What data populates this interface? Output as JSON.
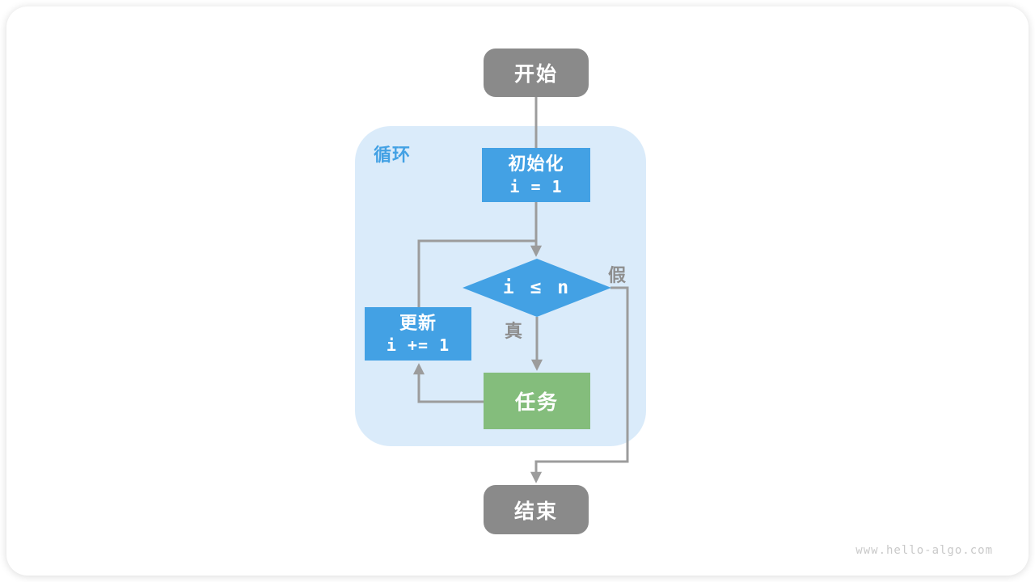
{
  "watermark": "www.hello-algo.com",
  "diagram": {
    "loop_label": "循环",
    "nodes": {
      "start": {
        "label": "开始",
        "shape": "rounded-terminal"
      },
      "init": {
        "line1": "初始化",
        "line2": "i = 1",
        "shape": "process"
      },
      "condition": {
        "label": "i ≤ n",
        "shape": "decision"
      },
      "task": {
        "label": "任务",
        "shape": "process"
      },
      "update": {
        "line1": "更新",
        "line2": "i += 1",
        "shape": "process"
      },
      "end": {
        "label": "结束",
        "shape": "rounded-terminal"
      }
    },
    "branch_labels": {
      "true": "真",
      "false": "假"
    },
    "edges": [
      {
        "from": "start",
        "to": "init"
      },
      {
        "from": "init",
        "to": "condition"
      },
      {
        "from": "condition",
        "to": "task",
        "label": "真"
      },
      {
        "from": "task",
        "to": "update"
      },
      {
        "from": "update",
        "to": "condition"
      },
      {
        "from": "condition",
        "to": "end",
        "label": "假"
      }
    ],
    "colors": {
      "blue": "#43A1E4",
      "green": "#84BD7C",
      "gray": "#8A8A8A",
      "loop_bg": "#DAEBFA",
      "line": "#9C9C9C",
      "label_gray": "#8E8E8E",
      "watermark": "#C9C9C9"
    }
  }
}
